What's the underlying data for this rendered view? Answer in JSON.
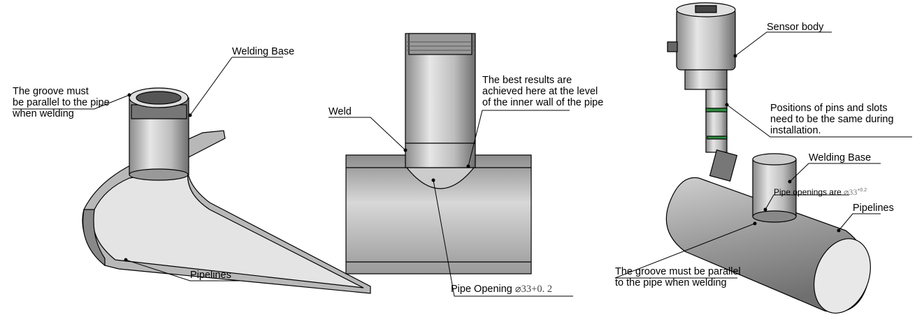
{
  "left_figure": {
    "groove_note": [
      "The groove must",
      "be parallel to the pipe",
      "when welding"
    ],
    "welding_base_label": "Welding Base",
    "pipelines_label": "Pipelines"
  },
  "middle_figure": {
    "weld_label": "Weld",
    "best_results_note": [
      "The best results are",
      "achieved here at the level",
      "of the inner wall of the pipe"
    ],
    "pipe_opening_label": "Pipe Opening",
    "pipe_opening_dim": "⌀33+0. 2"
  },
  "right_figure": {
    "sensor_body_label": "Sensor body",
    "pins_note": [
      "Positions of pins and slots",
      "need to be the same during",
      "installation."
    ],
    "welding_base_label": "Welding Base",
    "pipe_openings_label": "Pipe openings are",
    "pipe_openings_dim": "⌀33",
    "pipe_openings_tol": "+0.2",
    "pipelines_label": "Pipelines",
    "groove_note": [
      "The groove must be parallel",
      "to the pipe when welding"
    ]
  }
}
